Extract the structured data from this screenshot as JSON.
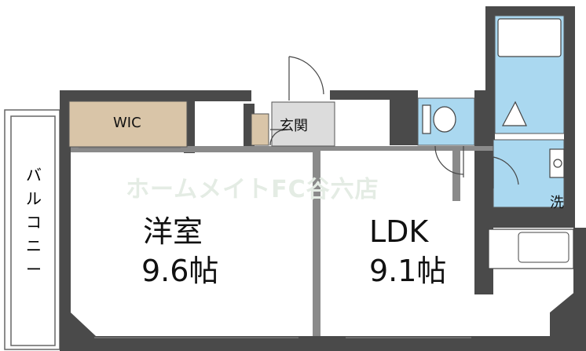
{
  "watermark": "ホームメイトFC谷六店",
  "rooms": {
    "western": {
      "name": "洋室",
      "size": "9.6帖"
    },
    "ldk": {
      "name": "LDK",
      "size": "9.1帖"
    },
    "wic": {
      "name": "WIC"
    },
    "entrance": {
      "name": "玄関"
    },
    "washroom": {
      "name": "洗"
    },
    "balcony": {
      "name": [
        "バ",
        "ル",
        "コ",
        "ニ",
        "ー"
      ]
    }
  },
  "colors": {
    "wall": "#4a4a4a",
    "storage": "#d9c5a8",
    "wet_area": "#aad8f0",
    "entrance_floor": "#dcdcdc"
  }
}
